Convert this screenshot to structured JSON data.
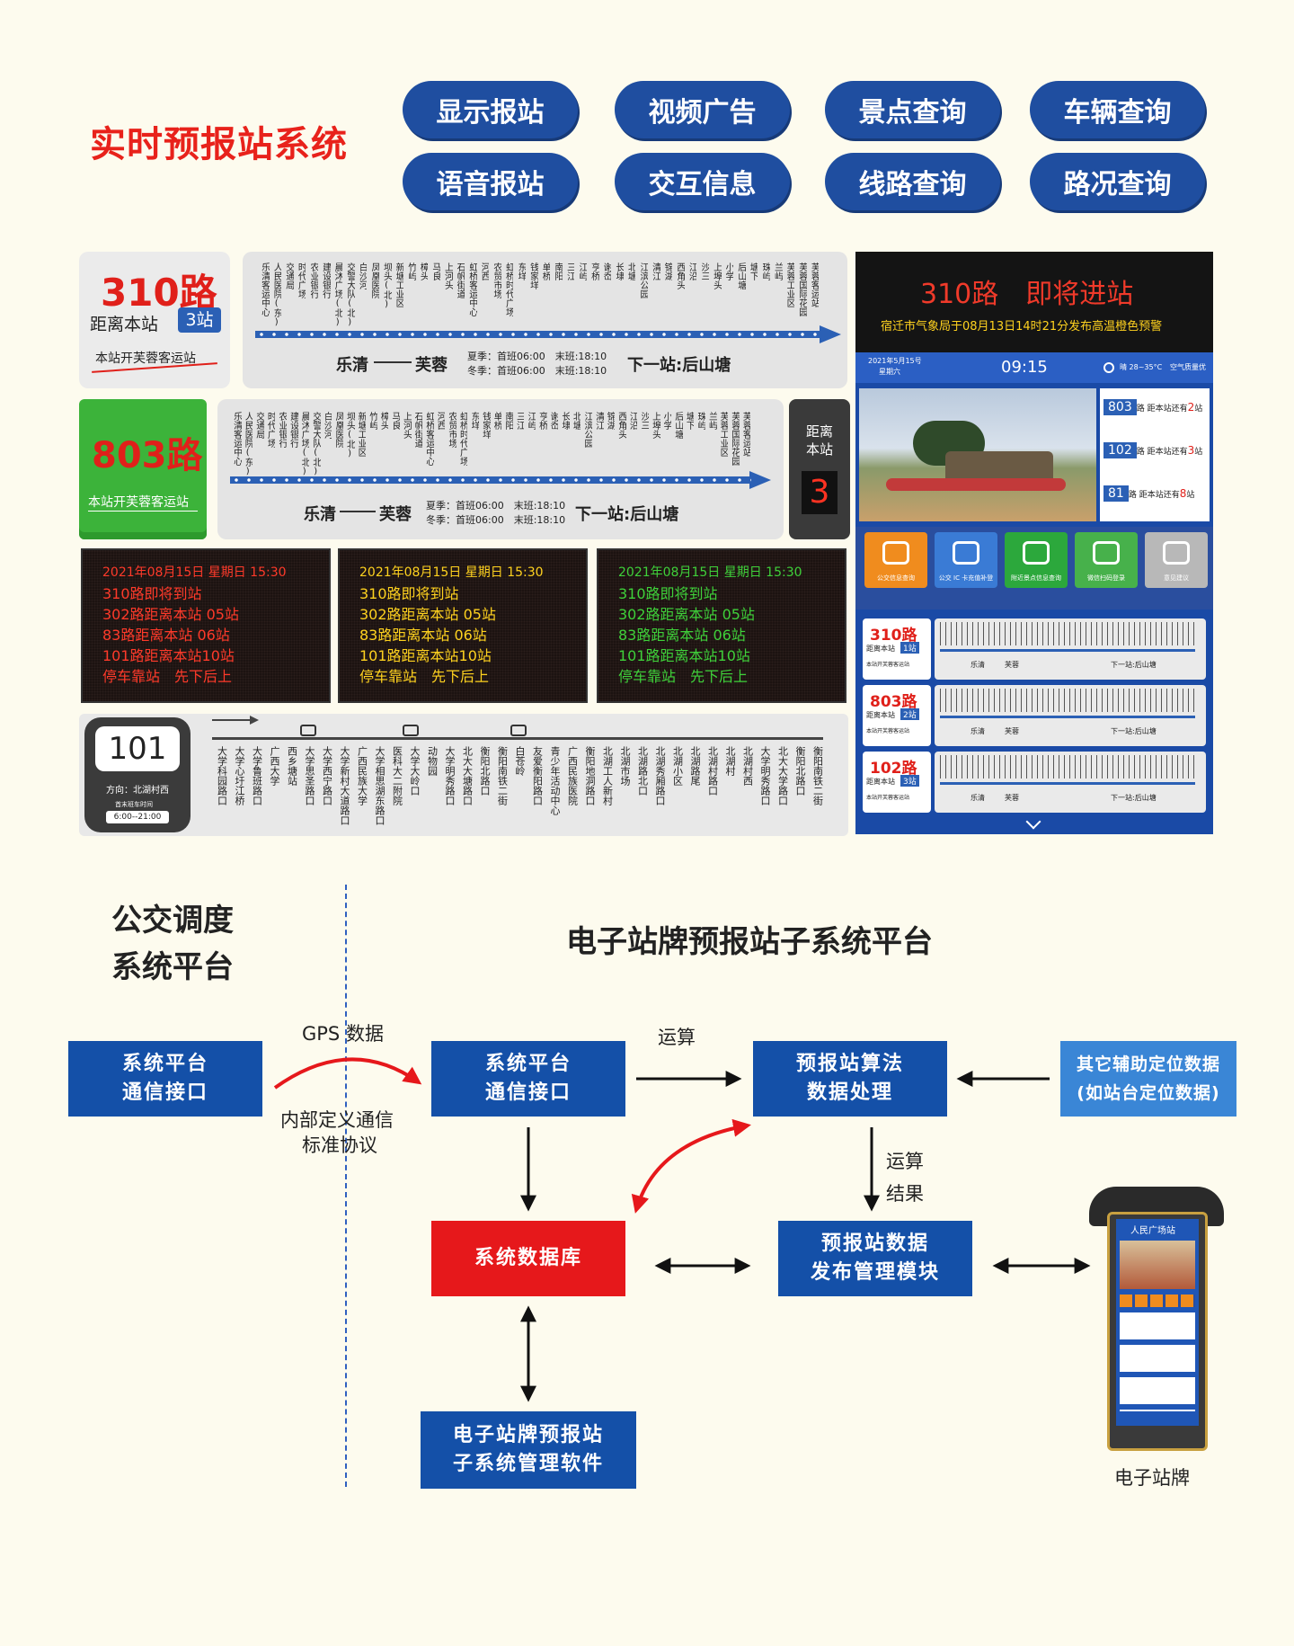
{
  "header": {
    "title": "实时预报站系统",
    "buttons": [
      "显示报站",
      "视频广告",
      "景点查询",
      "车辆查询",
      "语音报站",
      "交互信息",
      "线路查询",
      "路况查询"
    ]
  },
  "panel310": {
    "route": "310路",
    "distance_label": "距离本站",
    "distance_value": "3站",
    "note": "本站开芙蓉客运站",
    "stops": [
      "乐清客运中心",
      "人民医院(东)",
      "交通局",
      "时代广场",
      "农业银行",
      "建设银行",
      "晨沐广场(北)",
      "交警大队(北)",
      "白沙河",
      "凤凰医院",
      "坝头(北)",
      "新塘工业区",
      "竹屿",
      "樟头",
      "马良",
      "上河头",
      "石帆街道",
      "虹桥客运中心",
      "河西",
      "农贸市场",
      "虹桥时代广场",
      "东垟",
      "钱家垟",
      "单桥",
      "南阳",
      "三江",
      "江屿",
      "亨桥",
      "谢岙",
      "长埭",
      "北塘",
      "江滨公园",
      "清江",
      "锦湖",
      "西角头",
      "江沿",
      "沙三",
      "上埠头",
      "小学",
      "后山塘",
      "塘下",
      "珠屿",
      "兰屿",
      "芙蓉工业区",
      "芙蓉国际花园",
      "芙蓉客运站"
    ],
    "from": "乐清",
    "to": "芙蓉",
    "summer": "夏季：首班06:00　末班:18:10",
    "winter": "冬季：首班06:00　末班:18:10",
    "next": "下一站:后山塘"
  },
  "panel803": {
    "route": "803路",
    "note": "本站开芙蓉客运站",
    "from": "乐清",
    "to": "芙蓉",
    "summer": "夏季：首班06:00　末班:18:10",
    "winter": "冬季：首班06:00　末班:18:10",
    "next": "下一站:后山塘",
    "distance_label": "距离本站",
    "distance_value": "3"
  },
  "led_panels": [
    {
      "color": "#ff3a2a",
      "lines": [
        "2021年08月15日 星期日 15:30",
        "310路即将到站",
        "302路距离本站 05站",
        "83路距离本站 06站",
        "101路距离本站10站",
        "停车靠站　先下后上"
      ]
    },
    {
      "color": "#ffd21f",
      "lines": [
        "2021年08月15日 星期日 15:30",
        "310路即将到站",
        "302路距离本站 05站",
        "83路距离本站 06站",
        "101路距离本站10站",
        "停车靠站　先下后上"
      ]
    },
    {
      "color": "#3fd13a",
      "lines": [
        "2021年08月15日 星期日 15:30",
        "310路即将到站",
        "302路距离本站 05站",
        "83路距离本站 06站",
        "101路距离本站10站",
        "停车靠站　先下后上"
      ]
    }
  ],
  "panel101": {
    "route": "101",
    "direction": "方向：北湖村西",
    "first_last_label": "首末班车时间",
    "hours": "6:00--21:00",
    "stops": [
      "大学科园路口",
      "大学心圩江桥",
      "大学鲁班路口",
      "广西大学",
      "西乡塘站",
      "大学思圣路口",
      "大学西宁路口",
      "大学新村大道路口",
      "广西民族大学",
      "大学相思湖东路口",
      "医科大二附院",
      "大学大岭口",
      "动物园",
      "大学明秀路口",
      "北大大塘路口",
      "衡阳北路口",
      "衡阳南铁二街",
      "白苍岭",
      "友爱衡阳路口",
      "青少年活动中心",
      "广西民族医院",
      "衡阳地洞路口",
      "北湖工人新村",
      "北湖市场",
      "北湖路北口",
      "北湖秀厢路口",
      "北湖小区",
      "北湖路尾",
      "北湖村路口",
      "北湖村",
      "北湖村西",
      "大学明秀路口",
      "北大大学路口",
      "衡阳北路口",
      "衡阳南铁二街"
    ]
  },
  "kiosk": {
    "headline": "310路　即将进站",
    "warning": "宿迁市气象局于08月13日14时21分发布高温橙色预警",
    "date": "2021年5月15号",
    "weekday": "星期六",
    "time": "09:15",
    "weather": "晴 28~35°C",
    "air": "空气质量优",
    "arrivals": [
      {
        "route": "803",
        "text": "路 距本站还有",
        "count": "2",
        "unit": "站"
      },
      {
        "route": "102",
        "text": "路 距本站还有",
        "count": "3",
        "unit": "站"
      },
      {
        "route": "81",
        "text": "路 距本站还有",
        "count": "8",
        "unit": "站"
      }
    ],
    "icons": [
      {
        "label": "公交信息查询",
        "color": "#f08c1e"
      },
      {
        "label": "公交 IC 卡充值补登",
        "color": "#3a7bd5"
      },
      {
        "label": "附近景点信息查询",
        "color": "#2ca83c"
      },
      {
        "label": "微信扫码登录",
        "color": "#47b14b"
      },
      {
        "label": "意见建议",
        "color": "#b8b8b8"
      }
    ],
    "cards": [
      {
        "route": "310路",
        "dist": "1站"
      },
      {
        "route": "803路",
        "dist": "2站"
      },
      {
        "route": "102路",
        "dist": "3站"
      }
    ],
    "card_label": "距离本站",
    "card_note": "本站开芙蓉客运站",
    "card_from": "乐清",
    "card_to": "芙蓉",
    "card_next": "下一站:后山塘"
  },
  "diagram": {
    "left_title_1": "公交调度",
    "left_title_2": "系统平台",
    "right_title": "电子站牌预报站子系统平台",
    "box_left": [
      "系统平台",
      "通信接口"
    ],
    "box_platform": [
      "系统平台",
      "通信接口"
    ],
    "box_algo": [
      "预报站算法",
      "数据处理"
    ],
    "box_aux": [
      "其它辅助定位数据",
      "(如站台定位数据)"
    ],
    "box_db": "系统数据库",
    "box_publish": [
      "预报站数据",
      "发布管理模块"
    ],
    "box_software": [
      "电子站牌预报站",
      "子系统管理软件"
    ],
    "gps_label": "GPS 数据",
    "protocol_label_1": "内部定义通信",
    "protocol_label_2": "标准协议",
    "calc_label": "运算",
    "result_label_1": "运算",
    "result_label_2": "结果",
    "sign_label": "电子站牌",
    "sign_screen_title": "人民广场站"
  }
}
